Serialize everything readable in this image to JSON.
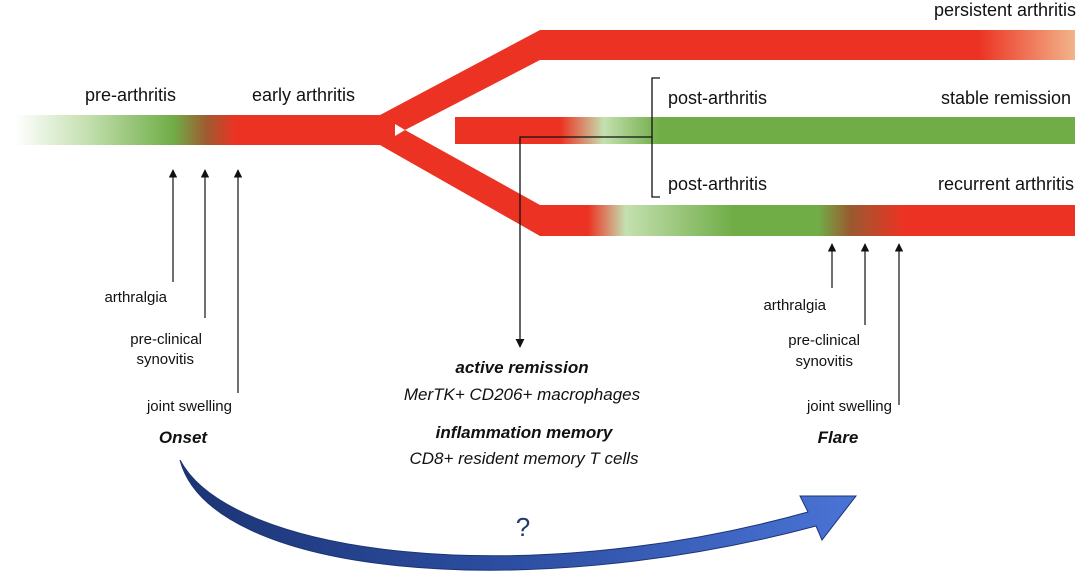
{
  "colors": {
    "red": "#ec3323",
    "green": "#70ad47",
    "light_green": "#c4e0b0",
    "peach": "#f2b48a",
    "arrow_blue": "#3a62c4",
    "arrow_dark": "#1c3474"
  },
  "stages": {
    "pre_arthritis": "pre-arthritis",
    "early_arthritis": "early arthritis",
    "persistent_arthritis": "persistent arthritis",
    "stable_remission": "stable remission",
    "recurrent_arthritis": "recurrent arthritis",
    "post_arthritis_upper": "post-arthritis",
    "post_arthritis_lower": "post-arthritis"
  },
  "onset": {
    "arthralgia": "arthralgia",
    "preclinical_line1": "pre-clinical",
    "preclinical_line2": "synovitis",
    "joint_swelling": "joint swelling",
    "title": "Onset"
  },
  "flare": {
    "arthralgia": "arthralgia",
    "preclinical_line1": "pre-clinical",
    "preclinical_line2": "synovitis",
    "joint_swelling": "joint swelling",
    "title": "Flare"
  },
  "center": {
    "active_remission": "active remission",
    "macrophages": "MerTK+ CD206+ macrophages",
    "inflammation_memory": "inflammation memory",
    "t_cells": "CD8+ resident memory T cells",
    "question": "?"
  }
}
